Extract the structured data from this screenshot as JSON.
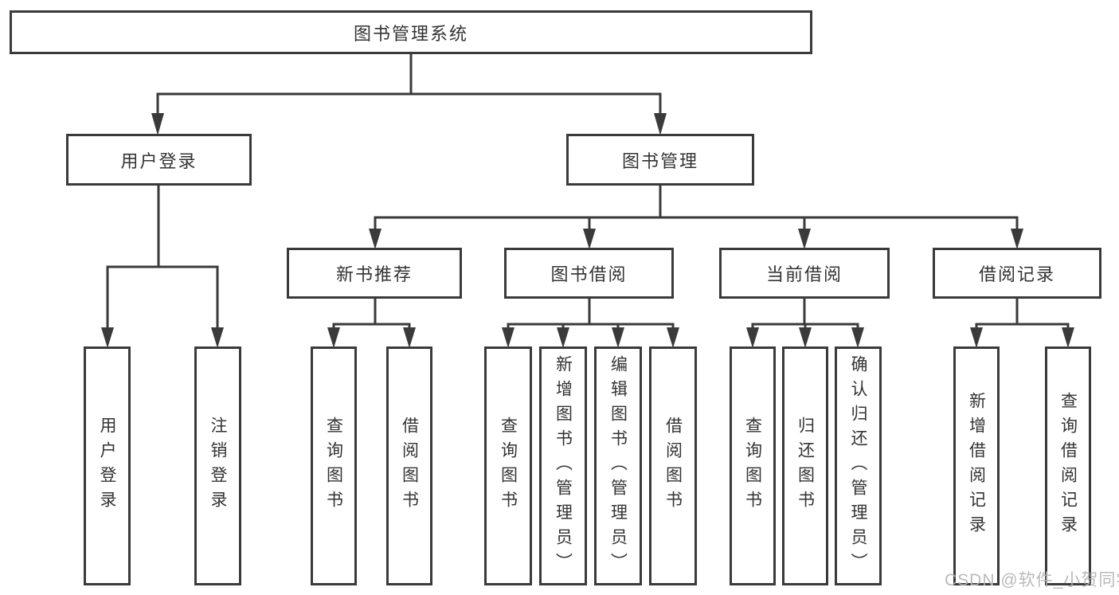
{
  "colors": {
    "line": "#3a3a3a",
    "text": "#333333",
    "box_background": "#ffffff",
    "watermark": "#b4b4b4"
  },
  "diagram": {
    "root": {
      "label": "图书管理系统"
    },
    "level2": [
      {
        "label": "用户登录"
      },
      {
        "label": "图书管理"
      }
    ],
    "level3": [
      {
        "label": "新书推荐"
      },
      {
        "label": "图书借阅"
      },
      {
        "label": "当前借阅"
      },
      {
        "label": "借阅记录"
      }
    ],
    "leaves": [
      {
        "label": "用户登录"
      },
      {
        "label": "注销登录"
      },
      {
        "label": "查询图书"
      },
      {
        "label": "借阅图书"
      },
      {
        "label": "查询图书"
      },
      {
        "label": "新增图书（管理员）"
      },
      {
        "label": "编辑图书（管理员）"
      },
      {
        "label": "借阅图书"
      },
      {
        "label": "查询图书"
      },
      {
        "label": "归还图书"
      },
      {
        "label": "确认归还（管理员）"
      },
      {
        "label": "新增借阅记录"
      },
      {
        "label": "查询借阅记录"
      }
    ]
  },
  "watermark": {
    "text": "CSDN @软件_小贺同学"
  }
}
